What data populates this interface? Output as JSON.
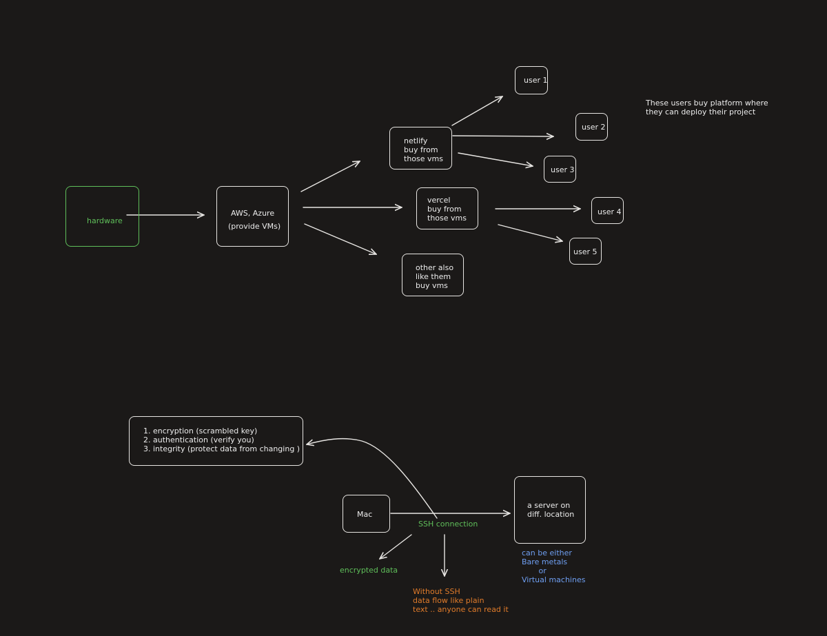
{
  "colors": {
    "background": "#1b1918",
    "stroke": "#e8e6e3",
    "green": "#5fbf5a",
    "orange": "#e07b2a",
    "blue": "#6f9ff2"
  },
  "nodes": {
    "hardware": "hardware",
    "aws_line1": "AWS, Azure",
    "aws_line2": "(provide VMs)",
    "netlify": "netlify\nbuy from\nthose vms",
    "vercel": "vercel\nbuy from\nthose vms",
    "others": "other also\nlike them\nbuy vms",
    "user1": "user 1",
    "user2": "user 2",
    "user3": "user 3",
    "user4": "user 4",
    "user5": "user 5",
    "ssh_features": "1. encryption (scrambled key)\n2. authentication (verify you)\n3. integrity (protect data from changing )",
    "mac": "Mac",
    "server": "a server on\ndiff. location"
  },
  "notes": {
    "users_note": "These users buy platform where\nthey can deploy their project",
    "ssh_connection": "SSH connection",
    "encrypted_data": "encrypted data",
    "without_ssh": "Without SSH\ndata flow like plain\ntext .. anyone can read it",
    "server_types": "can be either\nBare metals\n       or\nVirtual machines"
  }
}
